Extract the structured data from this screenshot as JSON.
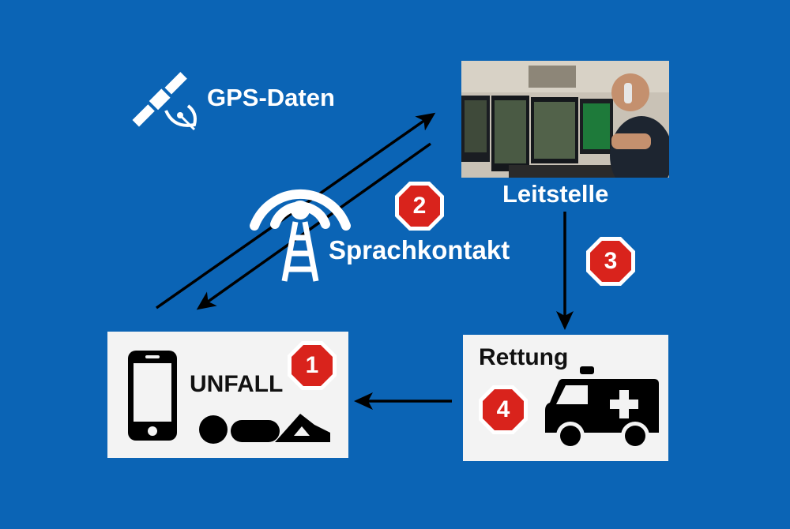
{
  "labels": {
    "gps": "GPS-Daten",
    "voice": "Sprachkontakt",
    "dispatch": "Leitstelle",
    "accident": "UNFALL",
    "rescue": "Rettung"
  },
  "steps": [
    "1",
    "2",
    "3",
    "4"
  ],
  "colors": {
    "background": "#0b64b5",
    "badge_red": "#d9231c",
    "box": "#f3f3f3",
    "arrow": "#000000"
  },
  "icons": [
    "satellite-icon",
    "radio-tower-icon",
    "smartphone-icon",
    "injured-person-icon",
    "ambulance-icon"
  ]
}
